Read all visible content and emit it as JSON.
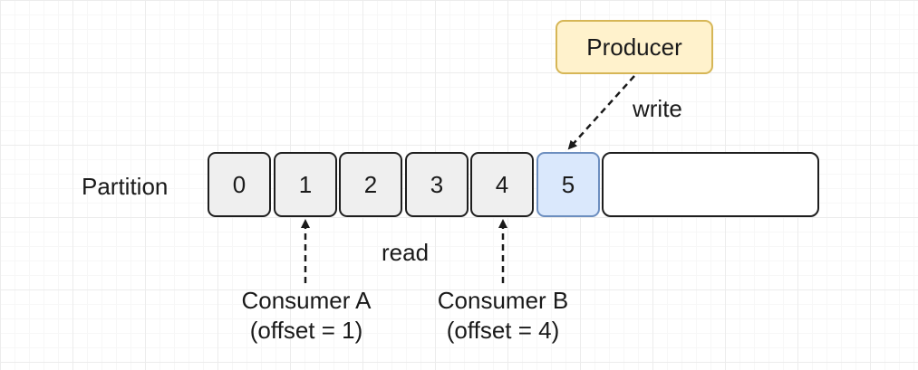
{
  "partition": {
    "label": "Partition",
    "cells": [
      "0",
      "1",
      "2",
      "3",
      "4",
      "5"
    ],
    "current_index": 5
  },
  "producer": {
    "label": "Producer",
    "action": "write"
  },
  "read_label": "read",
  "consumers": [
    {
      "name": "Consumer A",
      "offset": "(offset = 1)",
      "cell_index": 1
    },
    {
      "name": "Consumer B",
      "offset": "(offset = 4)",
      "cell_index": 4
    }
  ],
  "colors": {
    "cell_fill": "#efefef",
    "cell_stroke": "#1e1e1e",
    "current_fill": "#dae8fc",
    "current_stroke": "#6c8ebf",
    "producer_fill": "#fff2cc",
    "producer_stroke": "#d6b656"
  }
}
